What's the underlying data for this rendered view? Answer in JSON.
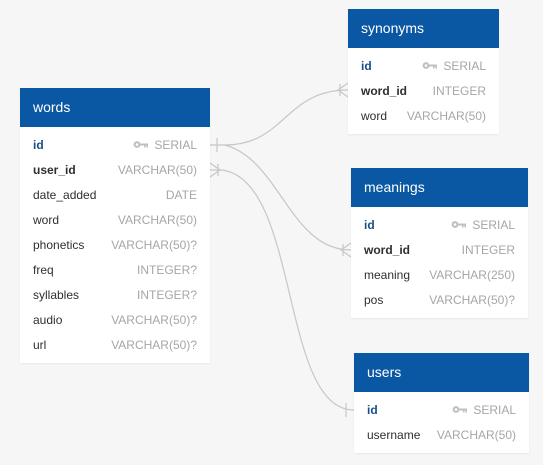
{
  "colors": {
    "header": "#0a58a4",
    "background": "#f6f6f6",
    "link": "#c7c7c7"
  },
  "tables": [
    {
      "id": "words",
      "title": "words",
      "fields": [
        {
          "name": "id",
          "type": "SERIAL",
          "pk": true
        },
        {
          "name": "user_id",
          "type": "VARCHAR(50)",
          "fk": true
        },
        {
          "name": "date_added",
          "type": "DATE"
        },
        {
          "name": "word",
          "type": "VARCHAR(50)"
        },
        {
          "name": "phonetics",
          "type": "VARCHAR(50)?"
        },
        {
          "name": "freq",
          "type": "INTEGER?"
        },
        {
          "name": "syllables",
          "type": "INTEGER?"
        },
        {
          "name": "audio",
          "type": "VARCHAR(50)?"
        },
        {
          "name": "url",
          "type": "VARCHAR(50)?"
        }
      ]
    },
    {
      "id": "synonyms",
      "title": "synonyms",
      "fields": [
        {
          "name": "id",
          "type": "SERIAL",
          "pk": true
        },
        {
          "name": "word_id",
          "type": "INTEGER",
          "fk": true
        },
        {
          "name": "word",
          "type": "VARCHAR(50)"
        }
      ]
    },
    {
      "id": "meanings",
      "title": "meanings",
      "fields": [
        {
          "name": "id",
          "type": "SERIAL",
          "pk": true
        },
        {
          "name": "word_id",
          "type": "INTEGER",
          "fk": true
        },
        {
          "name": "meaning",
          "type": "VARCHAR(250)"
        },
        {
          "name": "pos",
          "type": "VARCHAR(50)?"
        }
      ]
    },
    {
      "id": "users",
      "title": "users",
      "fields": [
        {
          "name": "id",
          "type": "SERIAL",
          "pk": true
        },
        {
          "name": "username",
          "type": "VARCHAR(50)"
        }
      ]
    }
  ],
  "relations": [
    {
      "from": "words.id",
      "to": "synonyms.word_id",
      "from_end": "one",
      "to_end": "many"
    },
    {
      "from": "words.id",
      "to": "meanings.word_id",
      "from_end": "one",
      "to_end": "many"
    },
    {
      "from": "words.user_id",
      "to": "users.id",
      "from_end": "many",
      "to_end": "one"
    }
  ]
}
